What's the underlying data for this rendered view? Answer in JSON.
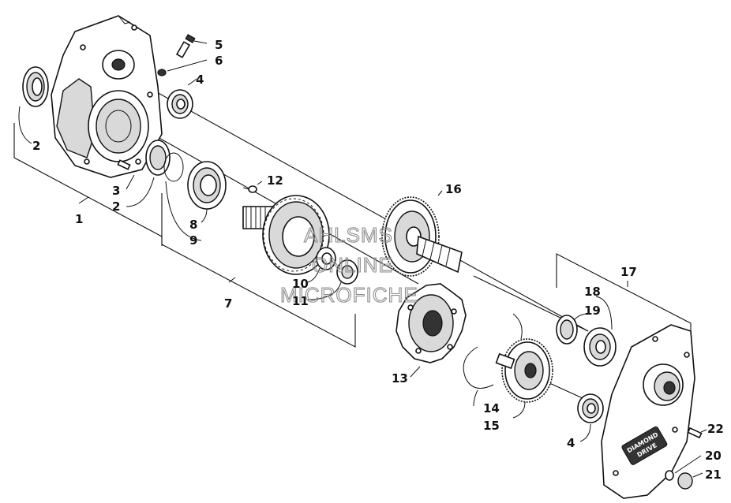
{
  "diagram": {
    "callouts": [
      {
        "id": "c1",
        "text": "1"
      },
      {
        "id": "c2a",
        "text": "2"
      },
      {
        "id": "c2b",
        "text": "2"
      },
      {
        "id": "c3",
        "text": "3"
      },
      {
        "id": "c4a",
        "text": "4"
      },
      {
        "id": "c4b",
        "text": "4"
      },
      {
        "id": "c5",
        "text": "5"
      },
      {
        "id": "c6",
        "text": "6"
      },
      {
        "id": "c7",
        "text": "7"
      },
      {
        "id": "c8",
        "text": "8"
      },
      {
        "id": "c9",
        "text": "9"
      },
      {
        "id": "c10",
        "text": "10"
      },
      {
        "id": "c11",
        "text": "11"
      },
      {
        "id": "c12",
        "text": "12"
      },
      {
        "id": "c13",
        "text": "13"
      },
      {
        "id": "c14",
        "text": "14"
      },
      {
        "id": "c15",
        "text": "15"
      },
      {
        "id": "c16",
        "text": "16"
      },
      {
        "id": "c17",
        "text": "17"
      },
      {
        "id": "c18",
        "text": "18"
      },
      {
        "id": "c19",
        "text": "19"
      },
      {
        "id": "c20",
        "text": "20"
      },
      {
        "id": "c21",
        "text": "21"
      },
      {
        "id": "c22",
        "text": "22"
      }
    ],
    "watermark": {
      "line1": "AHLSMS",
      "line2": "ONLINE",
      "line3": "MICROFICHE"
    },
    "cover_logo": {
      "line1": "DIAMOND",
      "line2": "DRIVE"
    }
  }
}
